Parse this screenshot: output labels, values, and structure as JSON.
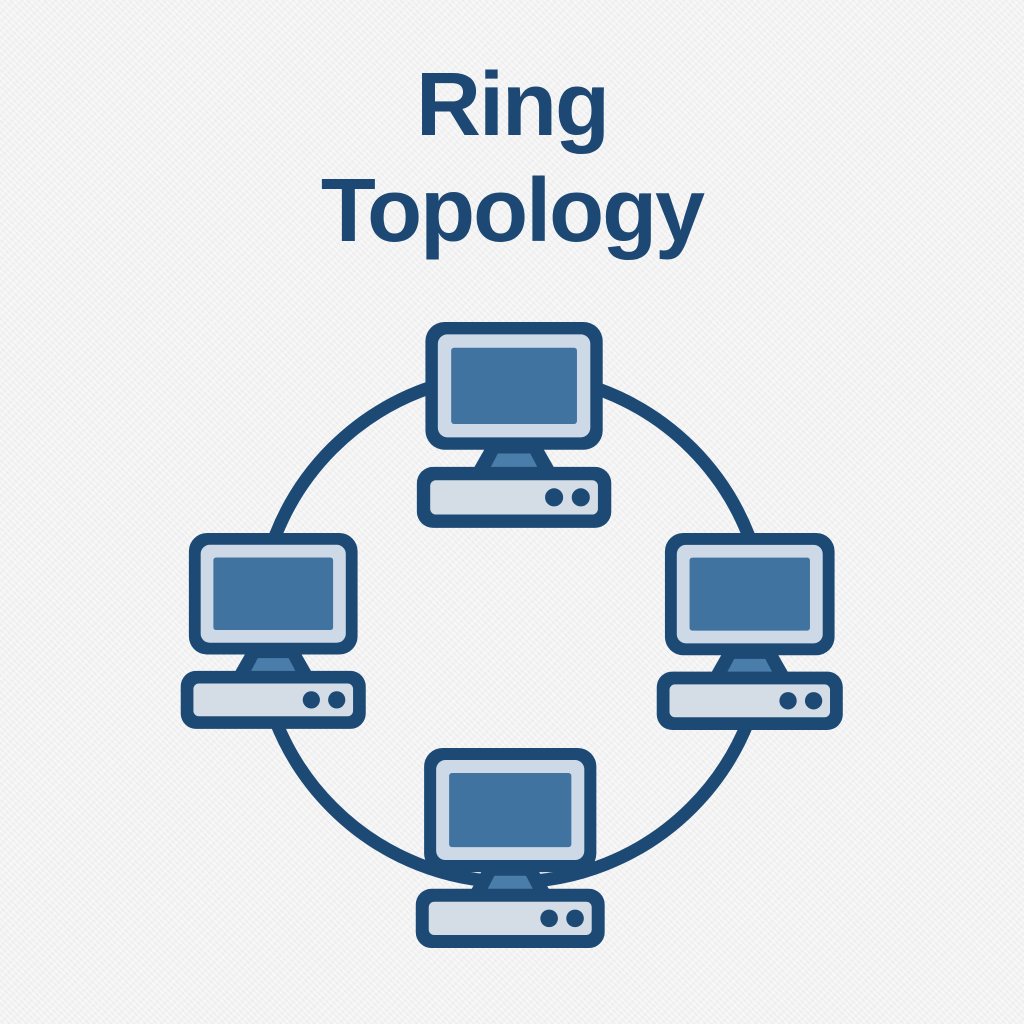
{
  "title": {
    "line1": "Ring",
    "line2": "Topology",
    "full": "Ring Topology"
  },
  "colors": {
    "background": "#f2f2f3",
    "title_navy": "#1d4874",
    "outline_navy": "#1c4a75",
    "screen_blue": "#4173a1",
    "stand_blue": "#4b7dab",
    "bezel_light": "#cdd9e6",
    "panel_light": "#d4dde6"
  },
  "ring": {
    "stroke_width": "13"
  },
  "diagram": {
    "type": "ring",
    "node_count": 4,
    "nodes": [
      {
        "id": "computer-top",
        "kind": "desktop-computer",
        "position": "top"
      },
      {
        "id": "computer-right",
        "kind": "desktop-computer",
        "position": "right"
      },
      {
        "id": "computer-bottom",
        "kind": "desktop-computer",
        "position": "bottom"
      },
      {
        "id": "computer-left",
        "kind": "desktop-computer",
        "position": "left"
      }
    ],
    "links": [
      [
        "computer-top",
        "computer-right"
      ],
      [
        "computer-right",
        "computer-bottom"
      ],
      [
        "computer-bottom",
        "computer-left"
      ],
      [
        "computer-left",
        "computer-top"
      ]
    ]
  }
}
